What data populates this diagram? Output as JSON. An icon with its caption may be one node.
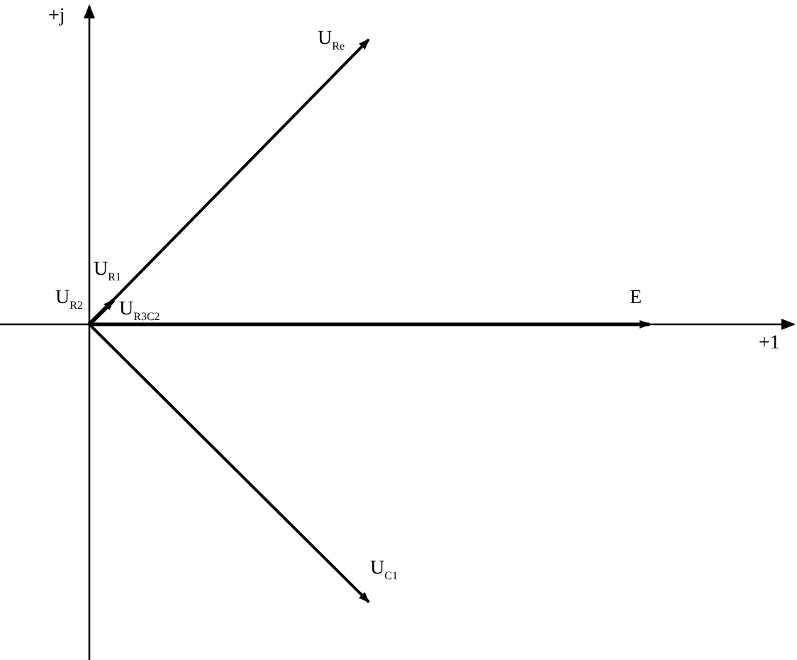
{
  "diagram": {
    "labels": [
      "+j",
      "U$_{Re}$",
      "U$_{R1}$",
      "U$_{R2}$",
      "U$_{R3C2}$",
      "E",
      "+1",
      "U$_{C1}$"
    ]
  }
}
